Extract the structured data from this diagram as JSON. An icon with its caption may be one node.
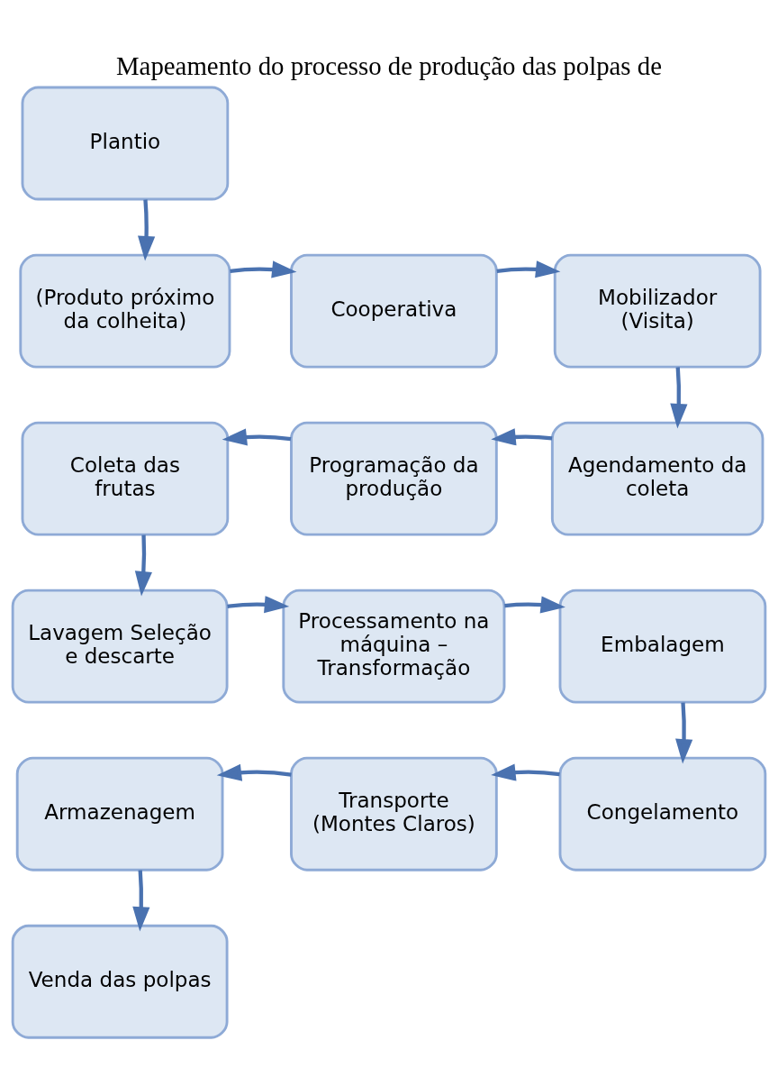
{
  "diagram": {
    "title": "Mapeamento do processo de produção das polpas de",
    "nodes": [
      {
        "text": [
          "Plantio"
        ]
      },
      {
        "text": [
          "(Produto próximo da colheita)"
        ]
      },
      {
        "text": [
          "Cooperativa"
        ]
      },
      {
        "text": [
          "Mobilizador (Visita)"
        ]
      },
      {
        "text": [
          "Coleta das frutas"
        ]
      },
      {
        "text": [
          "Programação da produção"
        ]
      },
      {
        "text": [
          "Agendamento da coleta"
        ]
      },
      {
        "text": [
          "Lavagem Seleção e descarte"
        ]
      },
      {
        "text": [
          "Processamento na máquina – Transformação"
        ]
      },
      {
        "text": [
          "Embalagem"
        ]
      },
      {
        "text": [
          "Armazenagem"
        ]
      },
      {
        "text": [
          "Transporte (Montes Claros)"
        ]
      },
      {
        "text": [
          "Congelamento"
        ]
      },
      {
        "text": [
          "Venda das polpas"
        ]
      }
    ],
    "edges": [
      {
        "from": 0,
        "to": 1,
        "arrow": "to"
      },
      {
        "from": 1,
        "to": 2,
        "arrow": "to"
      },
      {
        "from": 2,
        "to": 3,
        "arrow": "to"
      },
      {
        "from": 3,
        "to": 6,
        "arrow": "to"
      },
      {
        "from": 6,
        "to": 5,
        "arrow": "to"
      },
      {
        "from": 5,
        "to": 4,
        "arrow": "to"
      },
      {
        "from": 4,
        "to": 7,
        "arrow": "to"
      },
      {
        "from": 7,
        "to": 8,
        "arrow": "to"
      },
      {
        "from": 8,
        "to": 9,
        "arrow": "to"
      },
      {
        "from": 9,
        "to": 12,
        "arrow": "to"
      },
      {
        "from": 12,
        "to": 11,
        "arrow": "to"
      },
      {
        "from": 11,
        "to": 10,
        "arrow": "to"
      },
      {
        "from": 10,
        "to": 13,
        "arrow": "to"
      }
    ]
  }
}
